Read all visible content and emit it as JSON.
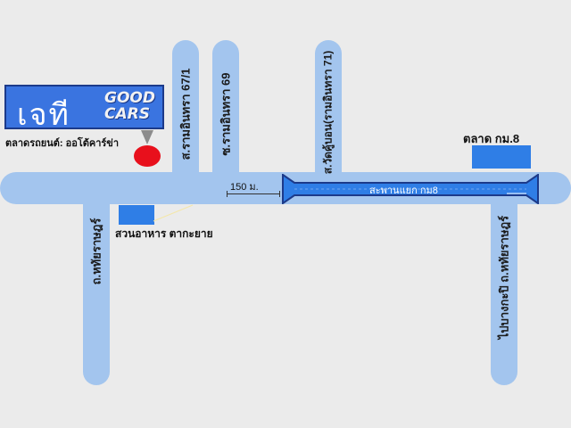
{
  "roads": {
    "soi_ramintra_67_1": "ส.รามอินทรา 67/1",
    "soi_ramintra_69": "ซ.รามอินทรา 69",
    "soi_wat_ku_bon": "ส.วัดคู้บอน(รามอินทรา 71)",
    "road_hathairat": "ถ.หทัยราษฎร์",
    "road_hathairat_right": "ไปบางกะปิ  ถ.หทัยราษฎร์"
  },
  "logo": {
    "thai": "เจที",
    "good": "GOOD",
    "cars": "CARS"
  },
  "labels": {
    "car_market": "ตลาดรถยนต์: ออโต้คาร์ข่า",
    "restaurant": "สวนอาหาร ตากะยาย",
    "market_km8": "ตลาด กม.8",
    "bridge": "สะพานแยก กม8",
    "distance": "150 ม."
  },
  "colors": {
    "road": "#a3c5ee",
    "landmark": "#2f7ee6",
    "pin": "#e8101c",
    "background": "#ebebeb"
  }
}
